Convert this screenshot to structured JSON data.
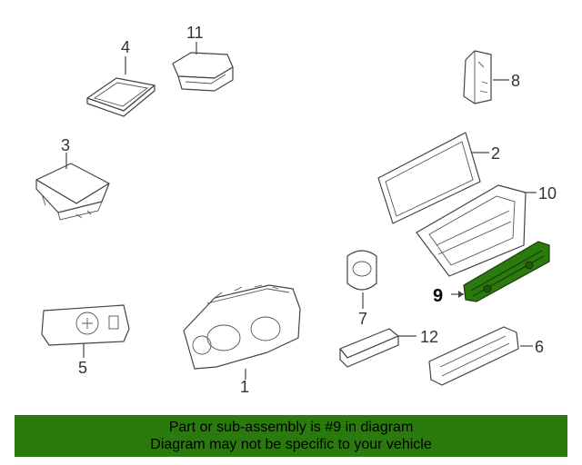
{
  "callouts": {
    "c1": "1",
    "c2": "2",
    "c3": "3",
    "c4": "4",
    "c5": "5",
    "c6": "6",
    "c7": "7",
    "c8": "8",
    "c9": "9",
    "c10": "10",
    "c11": "11",
    "c12": "12"
  },
  "highlighted_part": "9",
  "colors": {
    "highlight": "#2a7a0e",
    "banner": "#2a7a0e",
    "line": "#444444"
  },
  "banner": {
    "line1": "Part or sub-assembly is #9 in diagram",
    "line2": "Diagram may not be specific to your vehicle"
  }
}
